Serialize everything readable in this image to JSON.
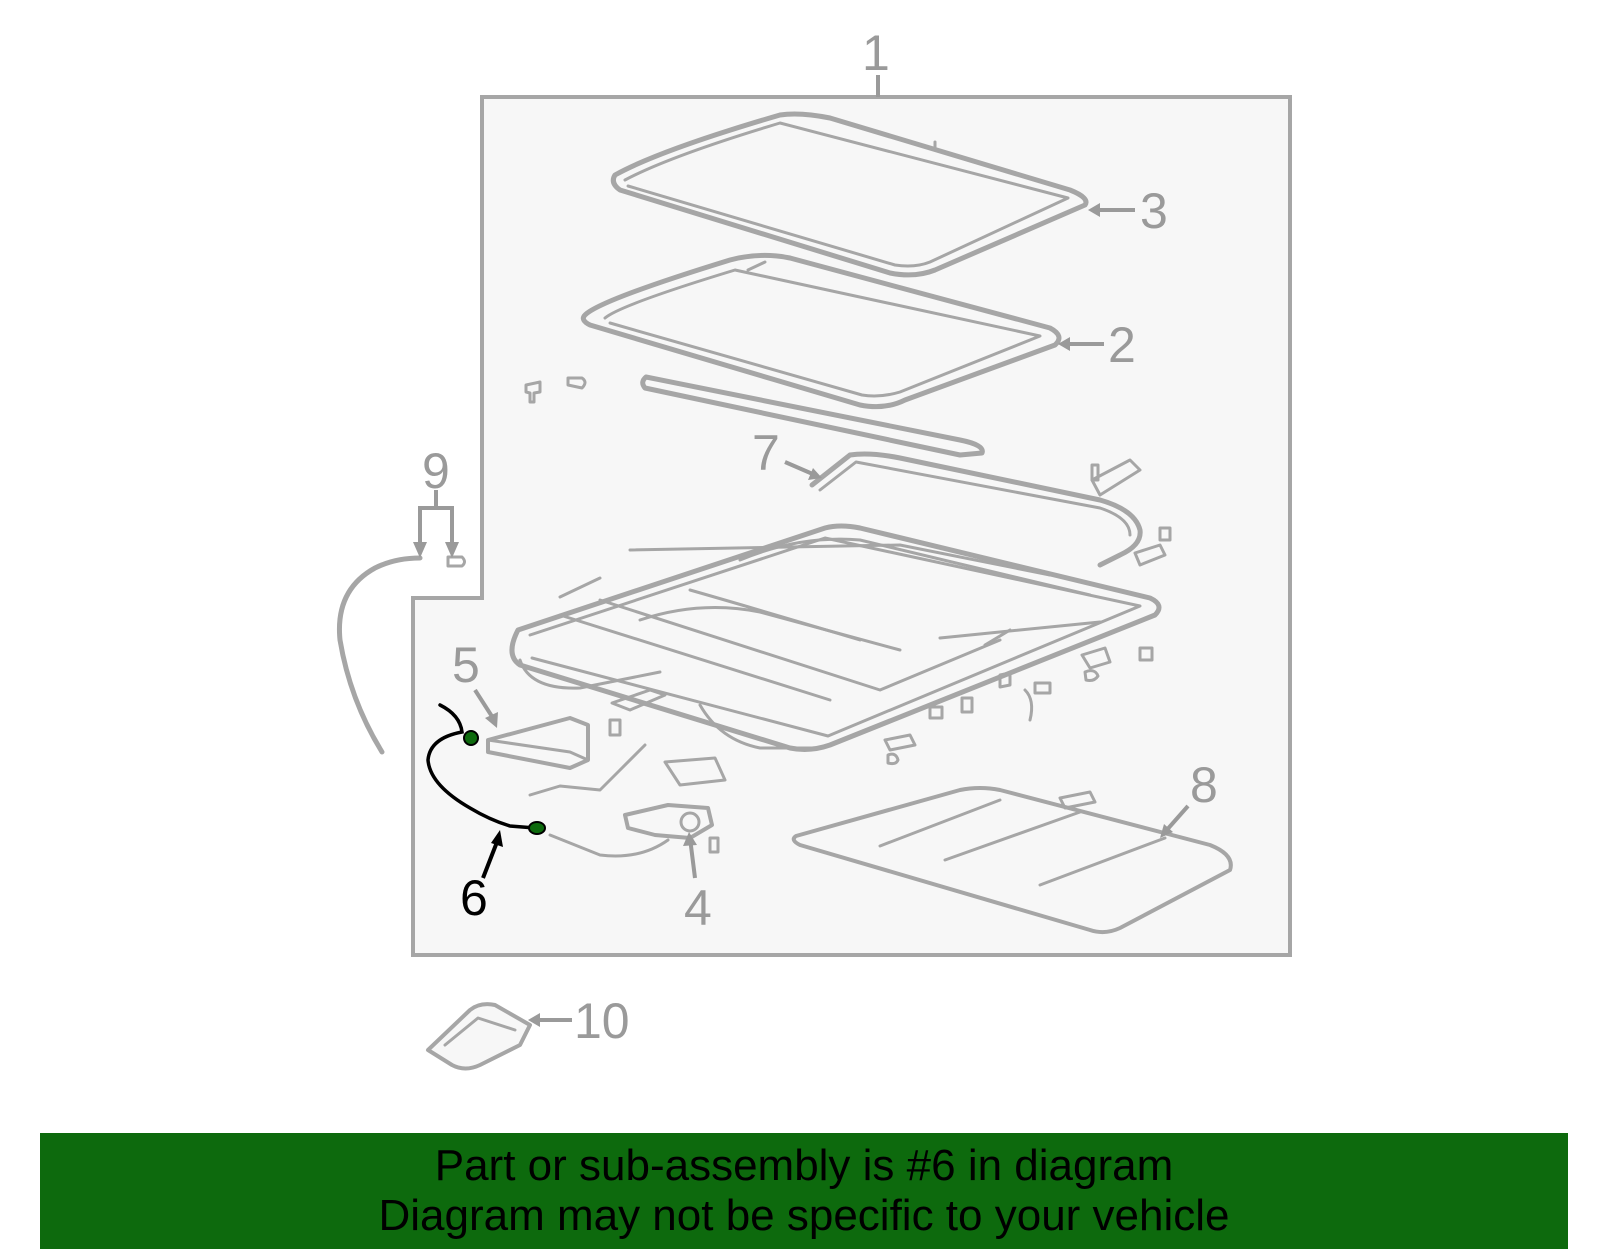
{
  "diagram": {
    "callouts": {
      "c1": "1",
      "c2": "2",
      "c3": "3",
      "c4": "4",
      "c5": "5",
      "c6": "6",
      "c7": "7",
      "c8": "8",
      "c9": "9",
      "c10": "10"
    },
    "highlighted_part": "6",
    "colors": {
      "part_line": "#a6a6a6",
      "callout_text": "#9a9a9a",
      "highlight": "#000000",
      "highlight_part_end": "#0d6a0d",
      "panel_fill": "#f7f7f7"
    }
  },
  "footer": {
    "line1": "Part or sub-assembly is #6 in diagram",
    "line2": "Diagram may not be specific to your vehicle",
    "background": "#0d6a0d"
  }
}
